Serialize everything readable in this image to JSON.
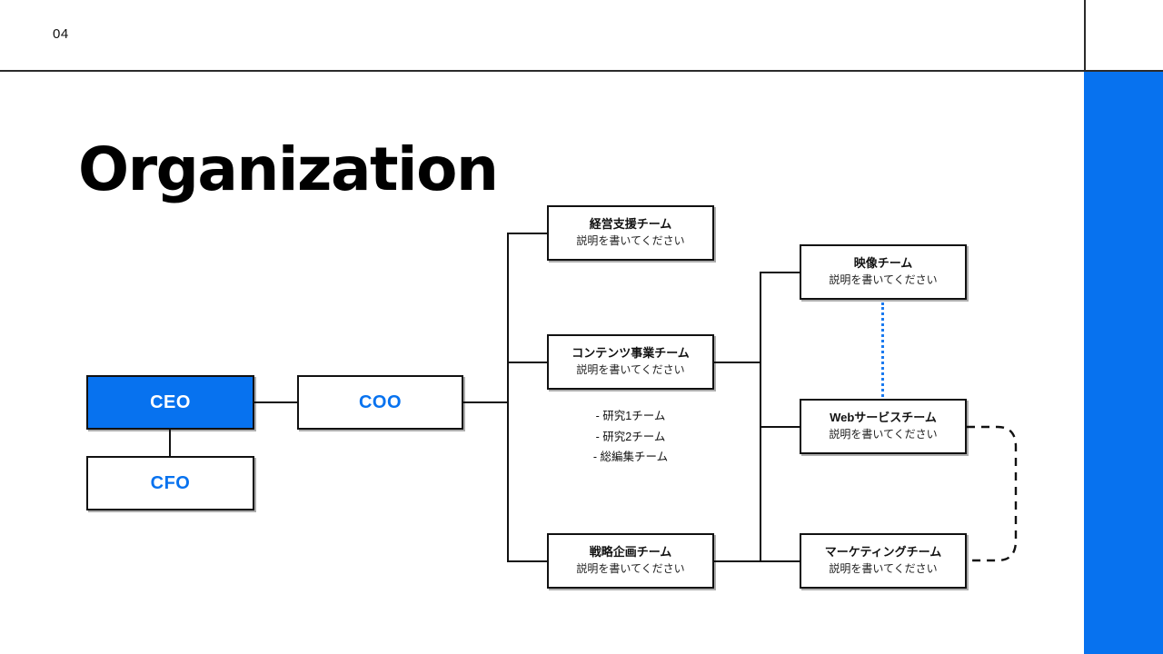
{
  "header": {
    "page_number": "04"
  },
  "title": "Organization",
  "colors": {
    "accent_blue": "#0772ef",
    "line_black": "#111111",
    "dotted_blue": "#1a7af0"
  },
  "chart_data": {
    "type": "diagram",
    "title": "Organization",
    "nodes": [
      {
        "id": "ceo",
        "label": "CEO",
        "style": "filled-blue"
      },
      {
        "id": "coo",
        "label": "COO",
        "style": "outline-blue-text"
      },
      {
        "id": "cfo",
        "label": "CFO",
        "style": "outline-blue-text"
      },
      {
        "id": "mgmt",
        "label": "経営支援チーム",
        "desc": "説明を書いてください"
      },
      {
        "id": "content",
        "label": "コンテンツ事業チーム",
        "desc": "説明を書いてください"
      },
      {
        "id": "strategy",
        "label": "戦略企画チーム",
        "desc": "説明を書いてください"
      },
      {
        "id": "video",
        "label": "映像チーム",
        "desc": "説明を書いてください"
      },
      {
        "id": "web",
        "label": "Webサービスチーム",
        "desc": "説明を書いてください"
      },
      {
        "id": "marketing",
        "label": "マーケティングチーム",
        "desc": "説明を書いてください"
      }
    ],
    "sub_items": [
      "- 研究1チーム",
      "- 研究2チーム",
      "- 総編集チーム"
    ],
    "edges": [
      {
        "from": "ceo",
        "to": "coo",
        "style": "solid"
      },
      {
        "from": "ceo",
        "to": "cfo",
        "style": "solid"
      },
      {
        "from": "coo",
        "to": "mgmt",
        "style": "solid"
      },
      {
        "from": "coo",
        "to": "content",
        "style": "solid"
      },
      {
        "from": "coo",
        "to": "strategy",
        "style": "solid"
      },
      {
        "from": "content",
        "to": "video",
        "style": "solid"
      },
      {
        "from": "content",
        "to": "web",
        "style": "solid"
      },
      {
        "from": "content",
        "to": "marketing",
        "style": "solid"
      },
      {
        "from": "video",
        "to": "web",
        "style": "dotted-blue"
      },
      {
        "from": "web",
        "to": "marketing",
        "style": "dashed-loop"
      }
    ]
  },
  "nodes": {
    "ceo": {
      "title": "CEO"
    },
    "coo": {
      "title": "COO"
    },
    "cfo": {
      "title": "CFO"
    },
    "mgmt": {
      "title": "経営支援チーム",
      "desc": "説明を書いてください"
    },
    "content": {
      "title": "コンテンツ事業チーム",
      "desc": "説明を書いてください"
    },
    "strategy": {
      "title": "戦略企画チーム",
      "desc": "説明を書いてください"
    },
    "video": {
      "title": "映像チーム",
      "desc": "説明を書いてください"
    },
    "web": {
      "title": "Webサービスチーム",
      "desc": "説明を書いてください"
    },
    "marketing": {
      "title": "マーケティングチーム",
      "desc": "説明を書いてください"
    }
  },
  "sub_items": [
    {
      "label": "- 研究1チーム"
    },
    {
      "label": "- 研究2チーム"
    },
    {
      "label": "- 総編集チーム"
    }
  ]
}
